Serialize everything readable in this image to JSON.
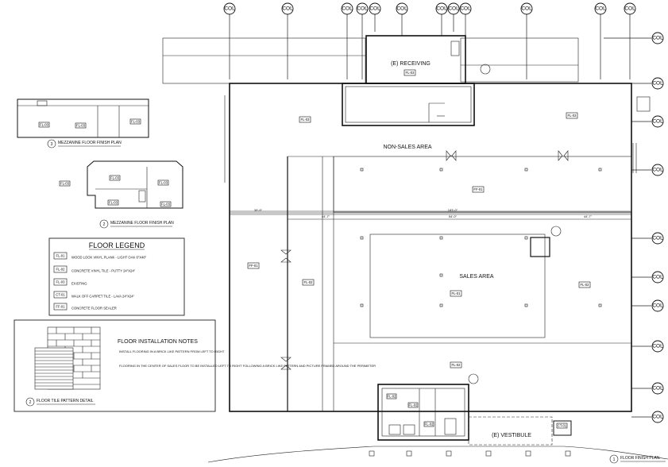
{
  "column_label": "COL",
  "top_columns": [
    "COL",
    "COL",
    "COL",
    "COL",
    "COL",
    "COL",
    "COL",
    "COL",
    "COL",
    "COL",
    "COL",
    "COL"
  ],
  "right_columns": [
    "COL",
    "COL",
    "COL",
    "COL",
    "COL",
    "COL",
    "COL",
    "COL",
    "COL",
    "COL"
  ],
  "rooms": {
    "receiving": "(E) RECEIVING",
    "non_sales": "NON-SALES AREA",
    "sales": "SALES AREA",
    "vestibule": "(E) VESTIBULE"
  },
  "dimensions": {
    "left": "30'-9\"",
    "mid_left": "44'-7\"",
    "total": "183'-0\"",
    "mid": "54'-0\"",
    "right": "44'-7\""
  },
  "titles": {
    "mezz_a_num": "3",
    "mezz_a": "MEZZANINE FLOOR FINISH PLAN",
    "mezz_b_num": "2",
    "mezz_b": "MEZZANINE FLOOR FINISH PLAN",
    "floor_num": "1",
    "floor": "FLOOR FINISH PLAN",
    "detail_num": "2",
    "detail": "FLOOR TILE PATTERN DETAIL"
  },
  "legend": {
    "title": "FLOOR LEGEND",
    "items": [
      {
        "code": "FL-01",
        "text": "WOOD LOOK VINYL PLANK - LIGHT OAK  6\"X48\""
      },
      {
        "code": "FL-02",
        "text": "CONCRETE VINYL TILE - PUTTY  24\"X24\""
      },
      {
        "code": "FL-03",
        "text": "EXISTING"
      },
      {
        "code": "CT-01",
        "text": "WALK OFF CARPET TILE - LAVA  24\"X24\""
      },
      {
        "code": "FF-01",
        "text": "CONCRETE FLOOR SEALER"
      }
    ]
  },
  "notes": {
    "title": "FLOOR INSTALLATION NOTES",
    "items": [
      "INSTALL FLOORING IN A BRICK LIKE PATTERN FROM LEFT TO RIGHT",
      "FLOORING IN THE CENTER OF SALES FLOOR TO BE INSTALLED LEFT TO RIGHT FOLLOWING A BRICK LIKE PATTERN AND PICTURE FRAMED AROUND THE PERIMETER"
    ]
  },
  "tags": {
    "fl01": "FL-01",
    "fl02": "FL-02",
    "fl03": "FL-03",
    "ct01": "CT-01",
    "ff01": "FF-01"
  }
}
